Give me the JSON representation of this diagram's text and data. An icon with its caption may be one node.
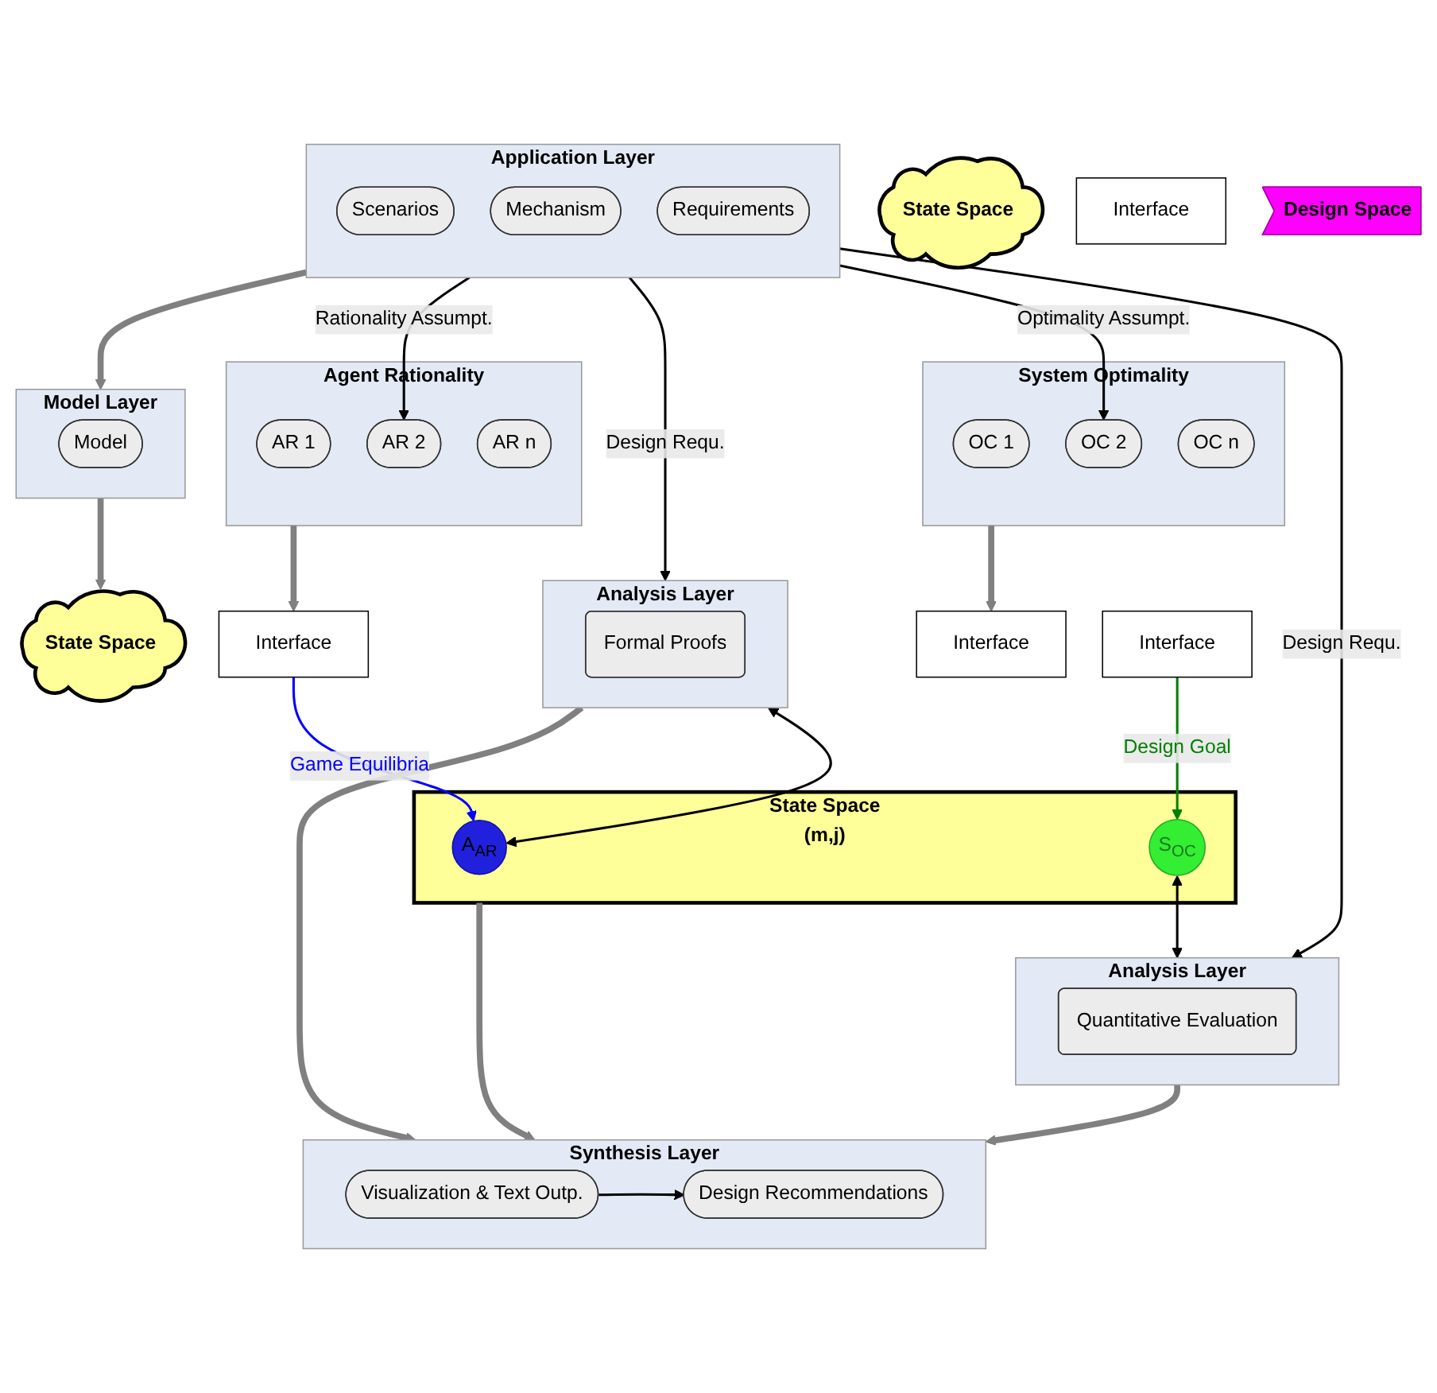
{
  "diagram": {
    "nodes": [
      {
        "text": [
          "Application Layer"
        ]
      },
      {
        "text": [
          "Scenarios"
        ],
        "in": 0
      },
      {
        "text": [
          "Mechanism"
        ],
        "in": 0
      },
      {
        "text": [
          "Requirements"
        ],
        "in": 0
      },
      {
        "text": [
          "Model Layer"
        ]
      },
      {
        "text": [
          "Model"
        ],
        "in": 4
      },
      {
        "text": [
          "Agent Rationality"
        ]
      },
      {
        "text": [
          "AR 1"
        ],
        "in": 6
      },
      {
        "text": [
          "AR 2"
        ],
        "in": 6
      },
      {
        "text": [
          "AR n"
        ],
        "in": 6
      },
      {
        "text": [
          "State Space"
        ]
      },
      {
        "text": [
          "Interface"
        ]
      },
      {
        "text": [
          "State Space"
        ]
      },
      {
        "text": [
          "Interface"
        ]
      },
      {
        "text": [
          "State Space",
          "(m,j)"
        ]
      },
      {
        "text": [
          "A$_{AR}$"
        ],
        "in": 14
      },
      {
        "text": [
          "S$_{OC}$"
        ],
        "in": 14
      },
      {
        "text": [
          "Interface"
        ]
      },
      {
        "text": [
          "Interface"
        ]
      },
      {
        "text": [
          "Design Space"
        ]
      },
      {
        "text": [
          "System Optimality"
        ]
      },
      {
        "text": [
          "OC 1"
        ],
        "in": 20
      },
      {
        "text": [
          "OC 2"
        ],
        "in": 20
      },
      {
        "text": [
          "OC n"
        ],
        "in": 20
      },
      {
        "text": [
          "Analysis Layer"
        ]
      },
      {
        "text": [
          "Formal Proofs"
        ],
        "in": 24
      },
      {
        "text": [
          "Analysis Layer"
        ]
      },
      {
        "text": [
          "Quantitative Evaluation"
        ],
        "in": 26
      },
      {
        "text": [
          "Synthesis Layer"
        ]
      },
      {
        "text": [
          "Visualization & Text Outp."
        ],
        "in": 28
      },
      {
        "text": [
          "Design Recommendations"
        ],
        "in": 28
      }
    ],
    "edges": [
      {
        "from": 0,
        "to": 4,
        "arrow": "to",
        "style": "thick",
        "color": "#808080"
      },
      {
        "from": 4,
        "to": 10,
        "arrow": "to",
        "style": "thick",
        "color": "#808080"
      },
      {
        "from": 6,
        "to": 17,
        "arrow": "to",
        "style": "thick",
        "color": "#808080"
      },
      {
        "from": 20,
        "to": 11,
        "arrow": "to",
        "style": "thick",
        "color": "#808080"
      },
      {
        "from": 14,
        "to": 28,
        "arrow": "to",
        "style": "thick",
        "color": "#808080"
      },
      {
        "from": 24,
        "to": 28,
        "arrow": "to",
        "style": "thick",
        "color": "#808080"
      },
      {
        "from": 26,
        "to": 28,
        "arrow": "to",
        "style": "thick",
        "color": "#808080"
      },
      {
        "from": 0,
        "to": 8,
        "arrow": "to",
        "label": "Rationality Assumpt.",
        "color": "#000000"
      },
      {
        "from": 0,
        "to": 24,
        "arrow": "to",
        "label": "Design Requ.",
        "color": "#000000"
      },
      {
        "from": 0,
        "to": 22,
        "arrow": "to",
        "label": "Optimality Assumpt.",
        "color": "#000000"
      },
      {
        "from": 0,
        "to": 26,
        "arrow": "to",
        "label": "Design Requ.",
        "color": "#000000"
      },
      {
        "from": 17,
        "to": 15,
        "arrow": "to",
        "label": "Game Equilibria",
        "color": "#0000ff"
      },
      {
        "from": 18,
        "to": 16,
        "arrow": "to",
        "label": "Design Goal",
        "color": "#008000"
      },
      {
        "from": 24,
        "to": 15,
        "arrow": "both",
        "color": "#000000"
      },
      {
        "from": 26,
        "to": 16,
        "arrow": "both",
        "color": "#000000"
      },
      {
        "from": 29,
        "to": 30,
        "arrow": "to",
        "color": "#000000"
      }
    ]
  }
}
